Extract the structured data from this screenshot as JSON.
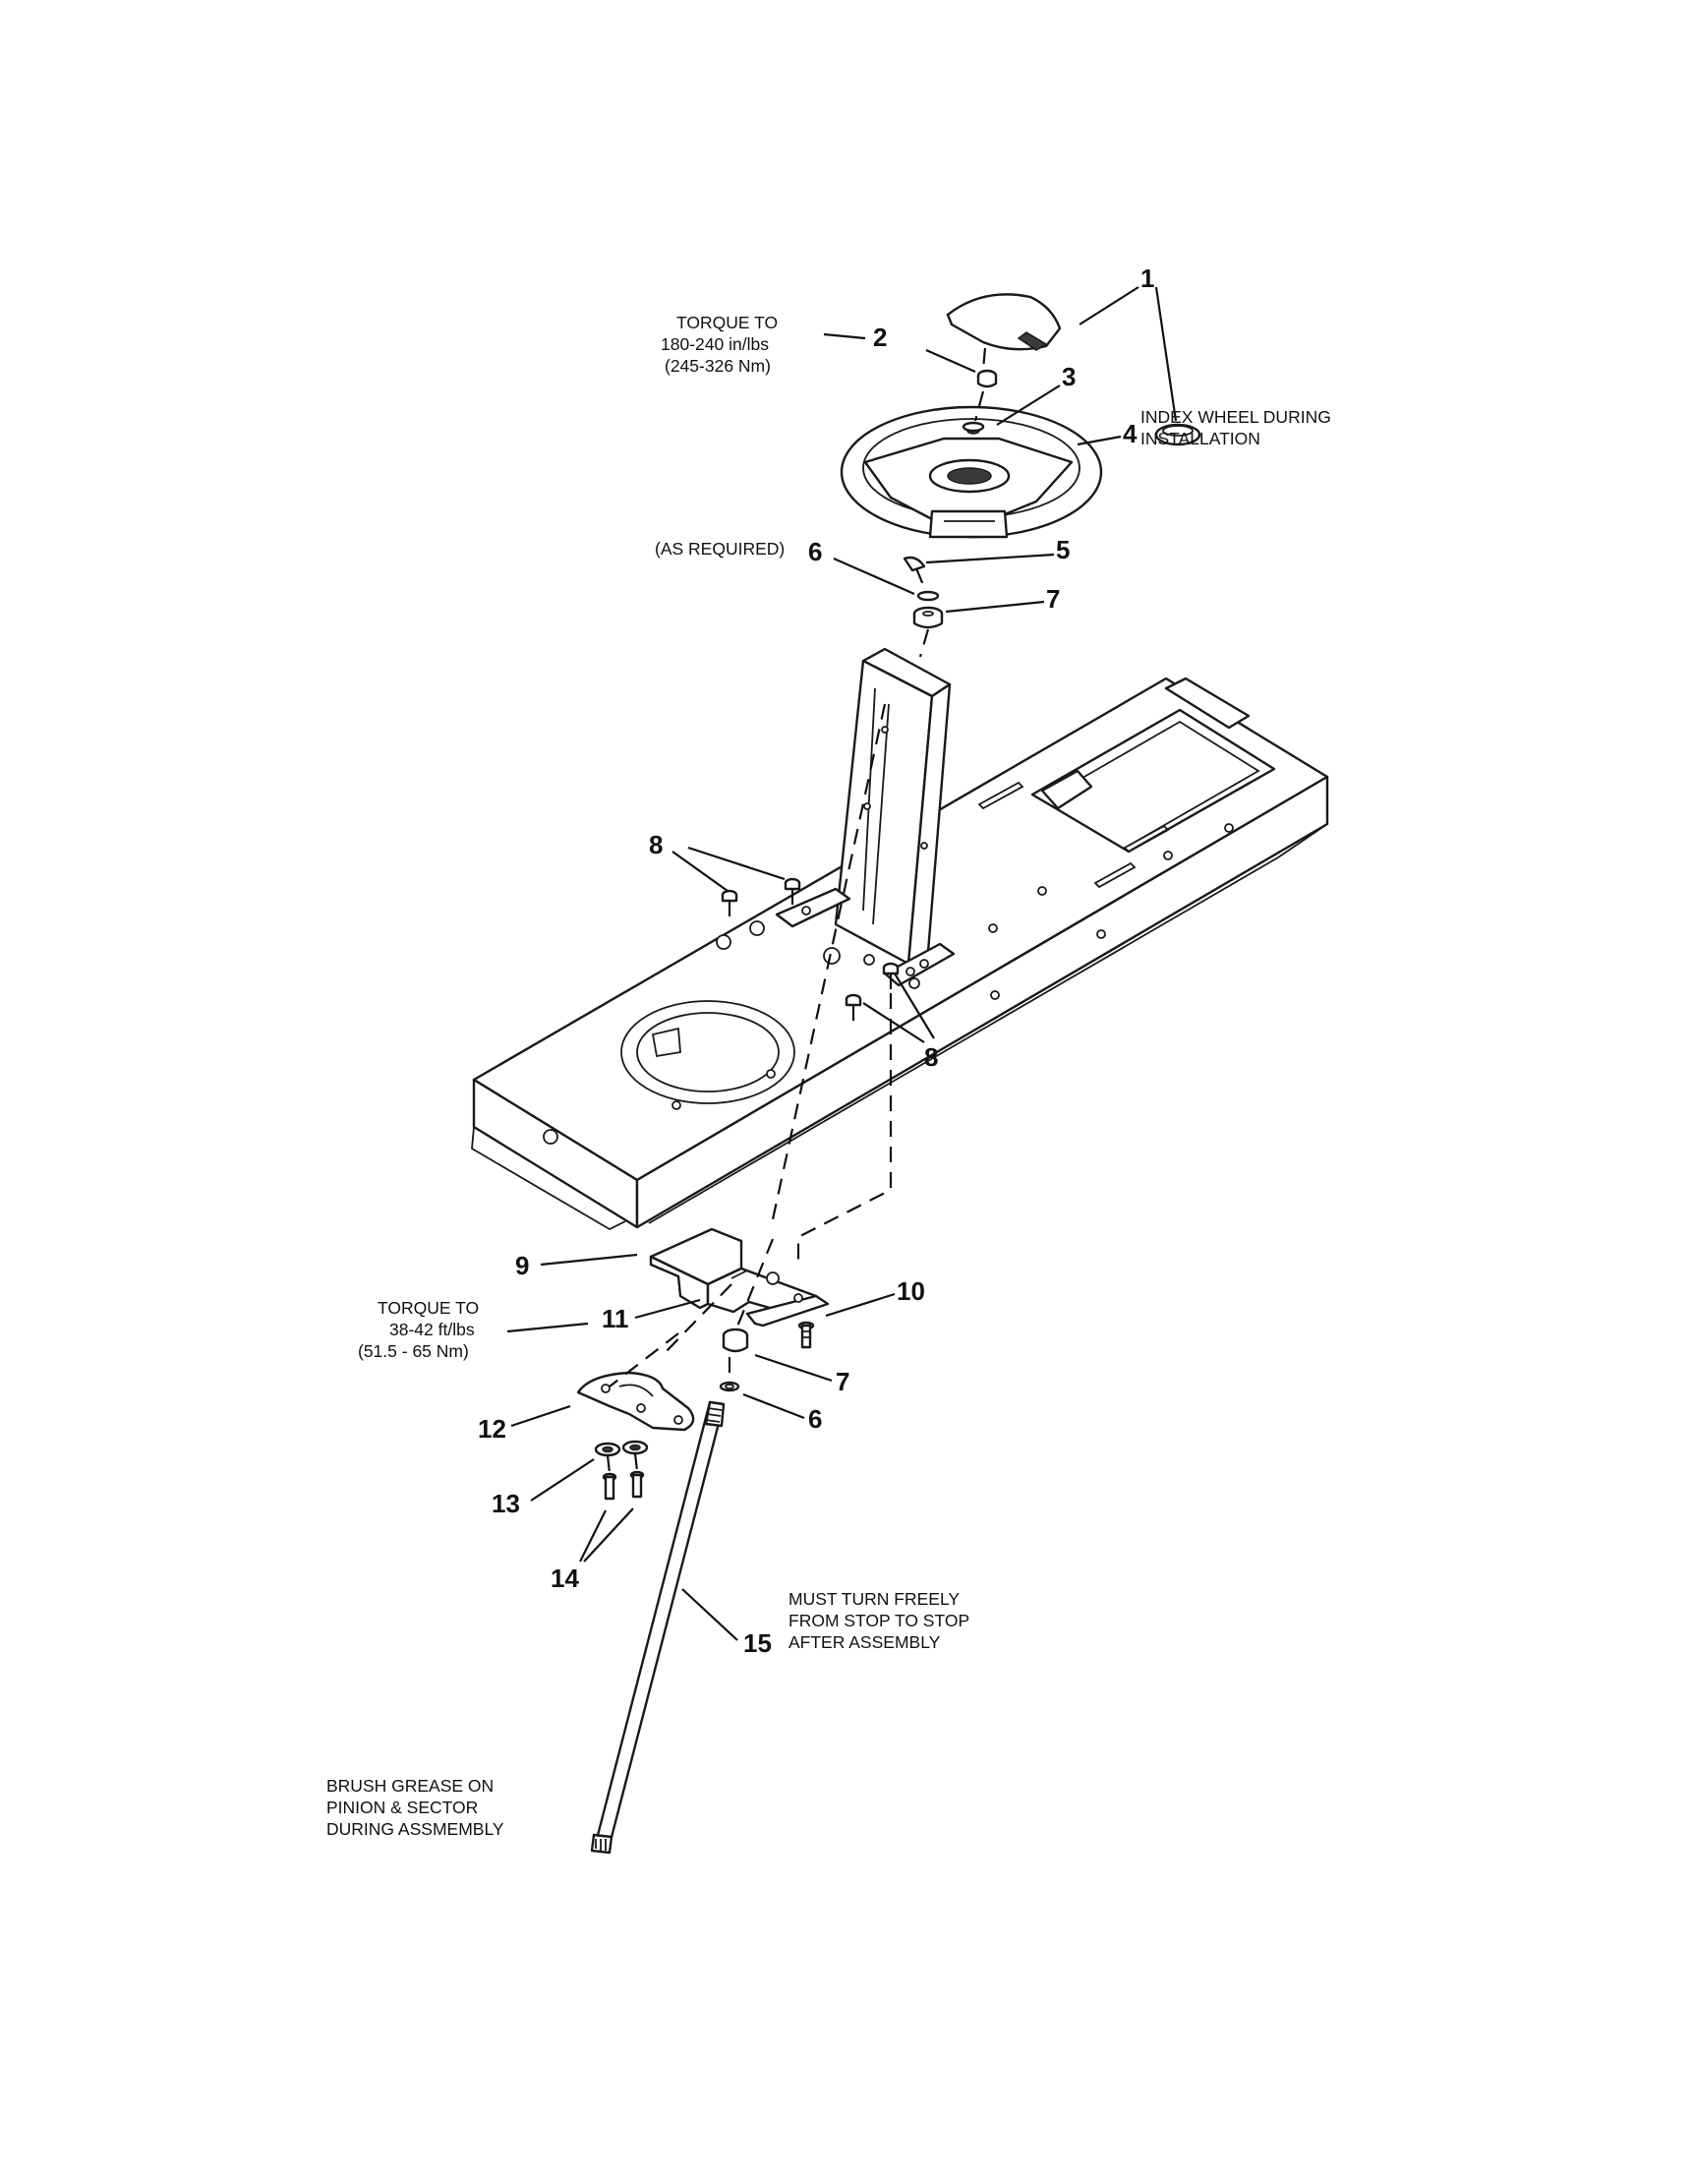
{
  "callouts": {
    "c1": "1",
    "c2": "2",
    "c3": "3",
    "c4": "4",
    "c5": "5",
    "c6_top": "6",
    "c7_top": "7",
    "c8_top": "8",
    "c8_bottom": "8",
    "c9": "9",
    "c10": "10",
    "c11": "11",
    "c12": "12",
    "c7_bottom": "7",
    "c6_bottom": "6",
    "c13": "13",
    "c14": "14",
    "c15": "15"
  },
  "notes": {
    "torque_top": [
      "TORQUE TO",
      "180-240 in/lbs",
      "(245-326 Nm)"
    ],
    "index_wheel": [
      "INDEX WHEEL DURING",
      "INSTALLATION"
    ],
    "as_required": "(AS REQUIRED)",
    "torque_mid": [
      "TORQUE TO",
      "38-42 ft/lbs",
      "(51.5 - 65 Nm)"
    ],
    "must_turn": [
      "MUST TURN FREELY",
      "FROM STOP TO STOP",
      "AFTER ASSEMBLY"
    ],
    "brush_grease": [
      "BRUSH GREASE ON",
      "PINION & SECTOR",
      "DURING ASSMEMBLY"
    ]
  }
}
